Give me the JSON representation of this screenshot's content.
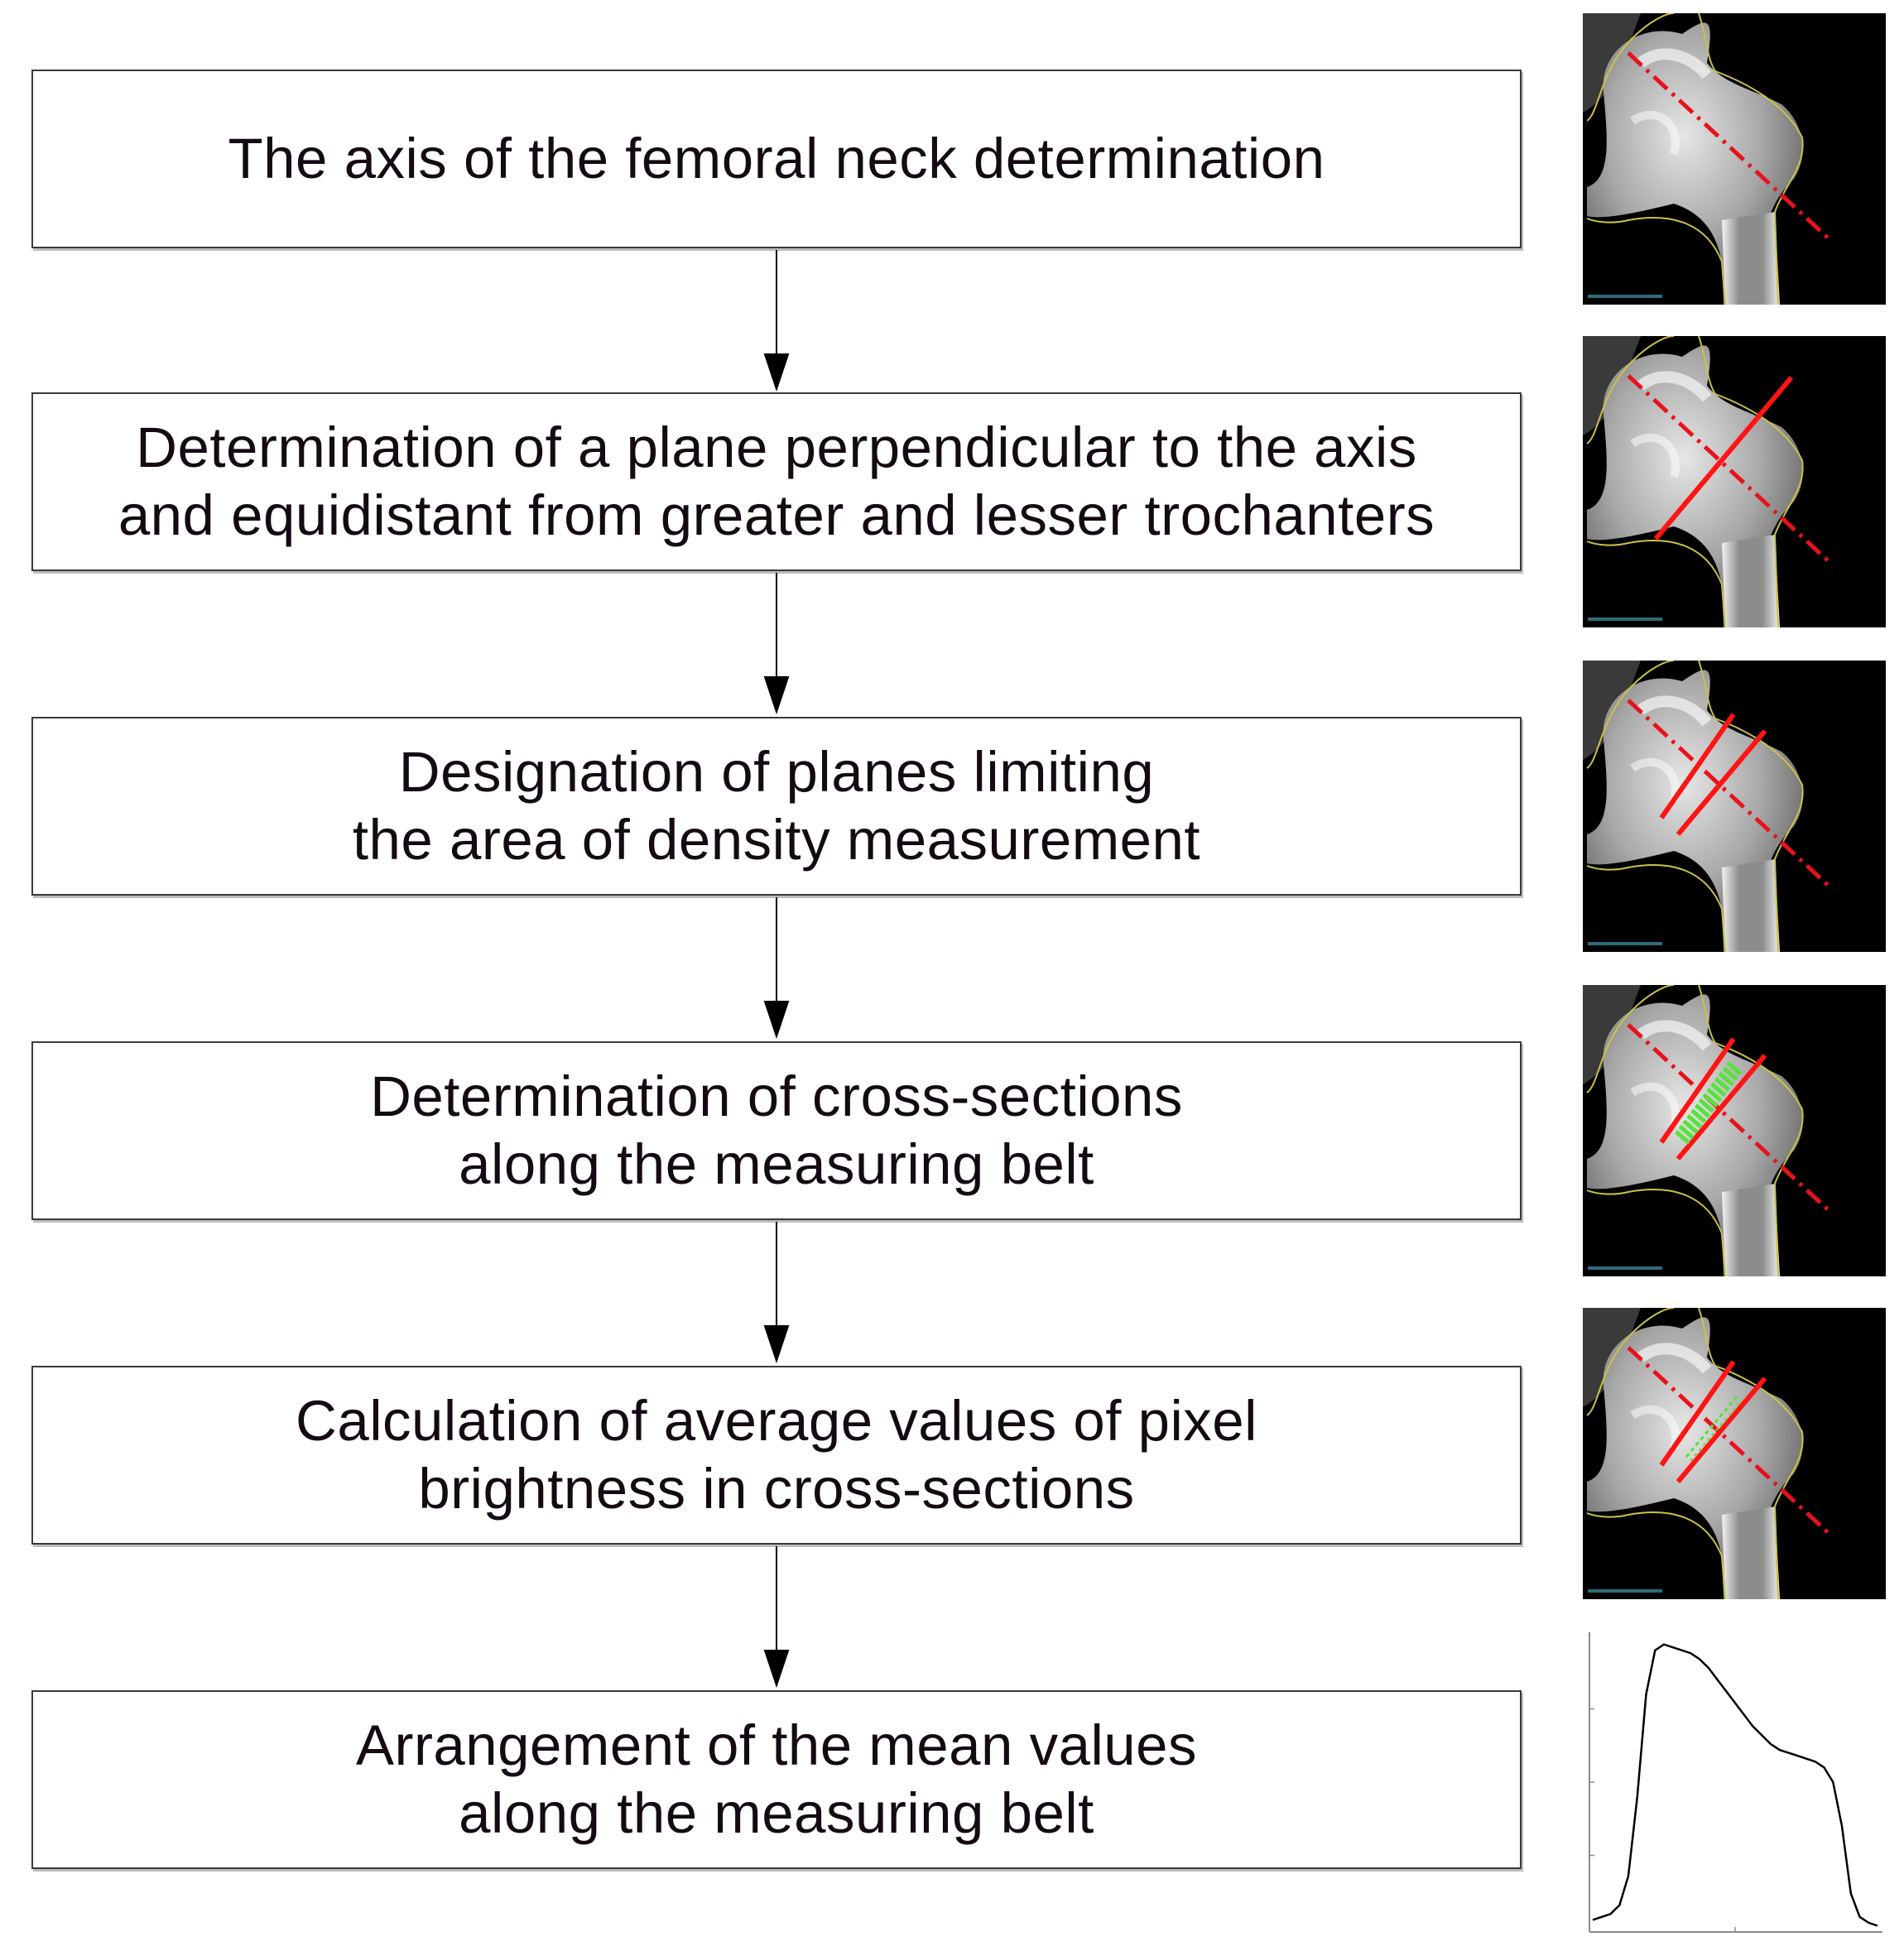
{
  "steps": [
    {
      "text": "The axis of the femoral neck determination"
    },
    {
      "text": "Determination of a plane perpendicular to the axis\nand equidistant from greater and lesser trochanters"
    },
    {
      "text": "Designation of planes limiting\nthe area of density measurement"
    },
    {
      "text": "Determination of cross-sections\nalong the measuring belt"
    },
    {
      "text": "Calculation of average values of pixel\nbrightness in cross-sections"
    },
    {
      "text": "Arrangement of the mean values\nalong the measuring belt"
    }
  ],
  "thumbnails": [
    {
      "overlay": "axis-only"
    },
    {
      "overlay": "axis-and-perpendicular-plane"
    },
    {
      "overlay": "axis-and-two-limiting-planes"
    },
    {
      "overlay": "axis-limiting-planes-and-cross-sections"
    },
    {
      "overlay": "axis-limiting-planes-and-average-band"
    }
  ],
  "profile_chart": {
    "type": "line",
    "values": [
      0.03,
      0.04,
      0.05,
      0.08,
      0.18,
      0.45,
      0.8,
      0.95,
      0.97,
      0.96,
      0.95,
      0.94,
      0.92,
      0.89,
      0.85,
      0.81,
      0.77,
      0.73,
      0.69,
      0.66,
      0.63,
      0.61,
      0.6,
      0.59,
      0.58,
      0.57,
      0.55,
      0.5,
      0.35,
      0.12,
      0.04,
      0.02,
      0.01
    ],
    "ylim": [
      0,
      1
    ]
  },
  "colors": {
    "axis": "#e8121d",
    "plane": "#ff1414",
    "section": "#55e33a",
    "bone_outline": "#c9c24a",
    "border": "#3a3a3a"
  }
}
